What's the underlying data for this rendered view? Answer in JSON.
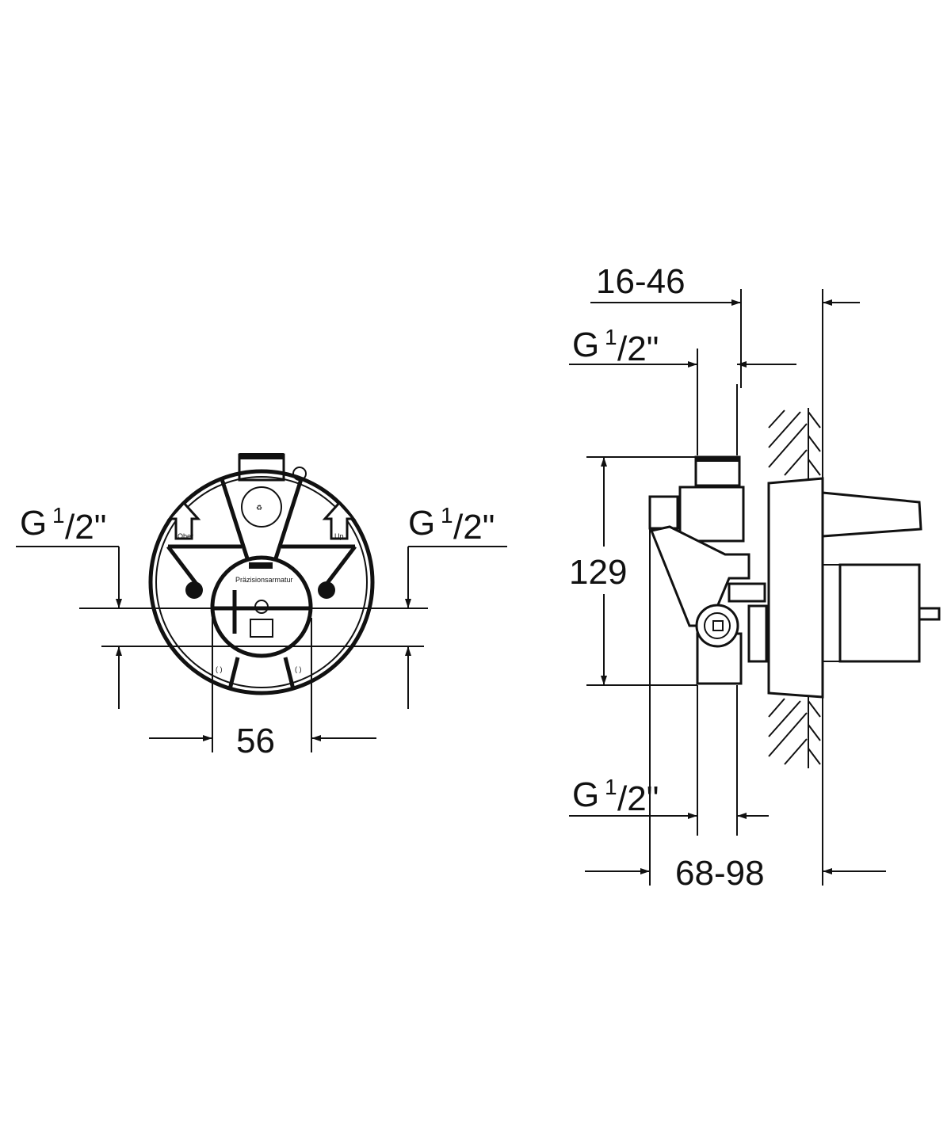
{
  "front_view": {
    "left_connection": {
      "prefix": "G",
      "num": "1",
      "den": "/2\""
    },
    "right_connection": {
      "prefix": "G",
      "num": "1",
      "den": "/2\""
    },
    "width_dim": "56",
    "small_labels": {
      "left_arrow": "Ober",
      "right_arrow": "Up",
      "center": "Präzisionsarmatur"
    }
  },
  "side_view": {
    "depth_top": "16-46",
    "top_connection": {
      "prefix": "G",
      "num": "1",
      "den": "/2\""
    },
    "height_dim": "129",
    "bottom_connection": {
      "prefix": "G",
      "num": "1",
      "den": "/2\""
    },
    "depth_bottom": "68-98"
  },
  "colors": {
    "line": "#111111",
    "background": "#ffffff"
  }
}
